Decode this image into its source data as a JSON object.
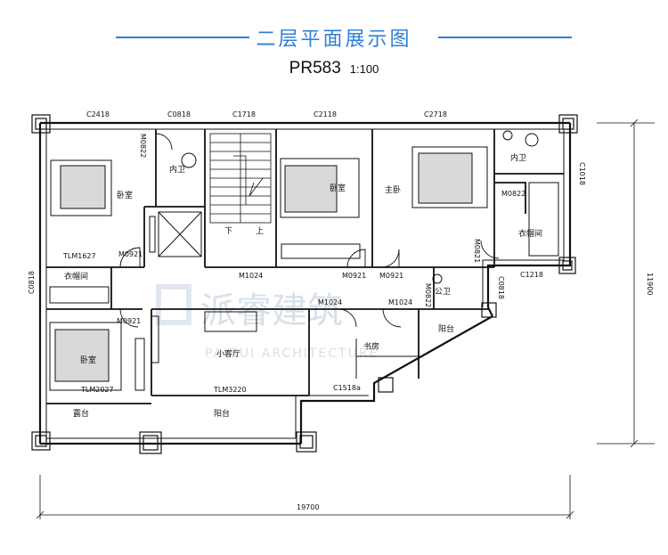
{
  "header": {
    "title": "二层平面展示图",
    "plan_code": "PR583",
    "scale": "1:100"
  },
  "colors": {
    "accent": "#2f7fd6",
    "wall": "#111111",
    "watermark": "#b9c7d8"
  },
  "watermark": {
    "cn": "派睿建筑",
    "en": "PAIRUI ARCHITECTURE"
  },
  "rooms": {
    "master_bed_left": "卧室",
    "bath_left": "内卫",
    "bed_middle": "卧室",
    "master_bed_right": "主卧",
    "bath_right": "内卫",
    "closet_right": "衣帽间",
    "closet_left": "衣帽间",
    "bed_bottom_left": "卧室",
    "small_living": "小客厅",
    "study": "书房",
    "public_bath": "公卫",
    "balcony_right": "阳台",
    "terrace": "露台",
    "balcony_bottom": "阳台",
    "stair_down": "下",
    "stair_up": "上"
  },
  "window_labels": {
    "c2418": "C2418",
    "c0818_top": "C0818",
    "c1718": "C1718",
    "c2118": "C2118",
    "c2718": "C2718",
    "c1018": "C1018",
    "c0818_left": "C0818",
    "c1218": "C1218",
    "c0818_right": "C0818",
    "c1518a": "C1518a"
  },
  "door_labels": {
    "m0822_a": "M0822",
    "tlm1627": "TLM1627",
    "m0921_a": "M0921",
    "m1024_a": "M1024",
    "m0921_b": "M0921",
    "m0921_c": "M0921",
    "m0821": "M0821",
    "m0822_b": "M0822",
    "m0822_c": "M0822",
    "m0921_d": "M0921",
    "m1024_b": "M1024",
    "m1024_c": "M1024",
    "tlm2027": "TLM2027",
    "tlm3220": "TLM3220"
  },
  "dimensions": {
    "overall_width": "19700",
    "overall_depth": "11900"
  }
}
